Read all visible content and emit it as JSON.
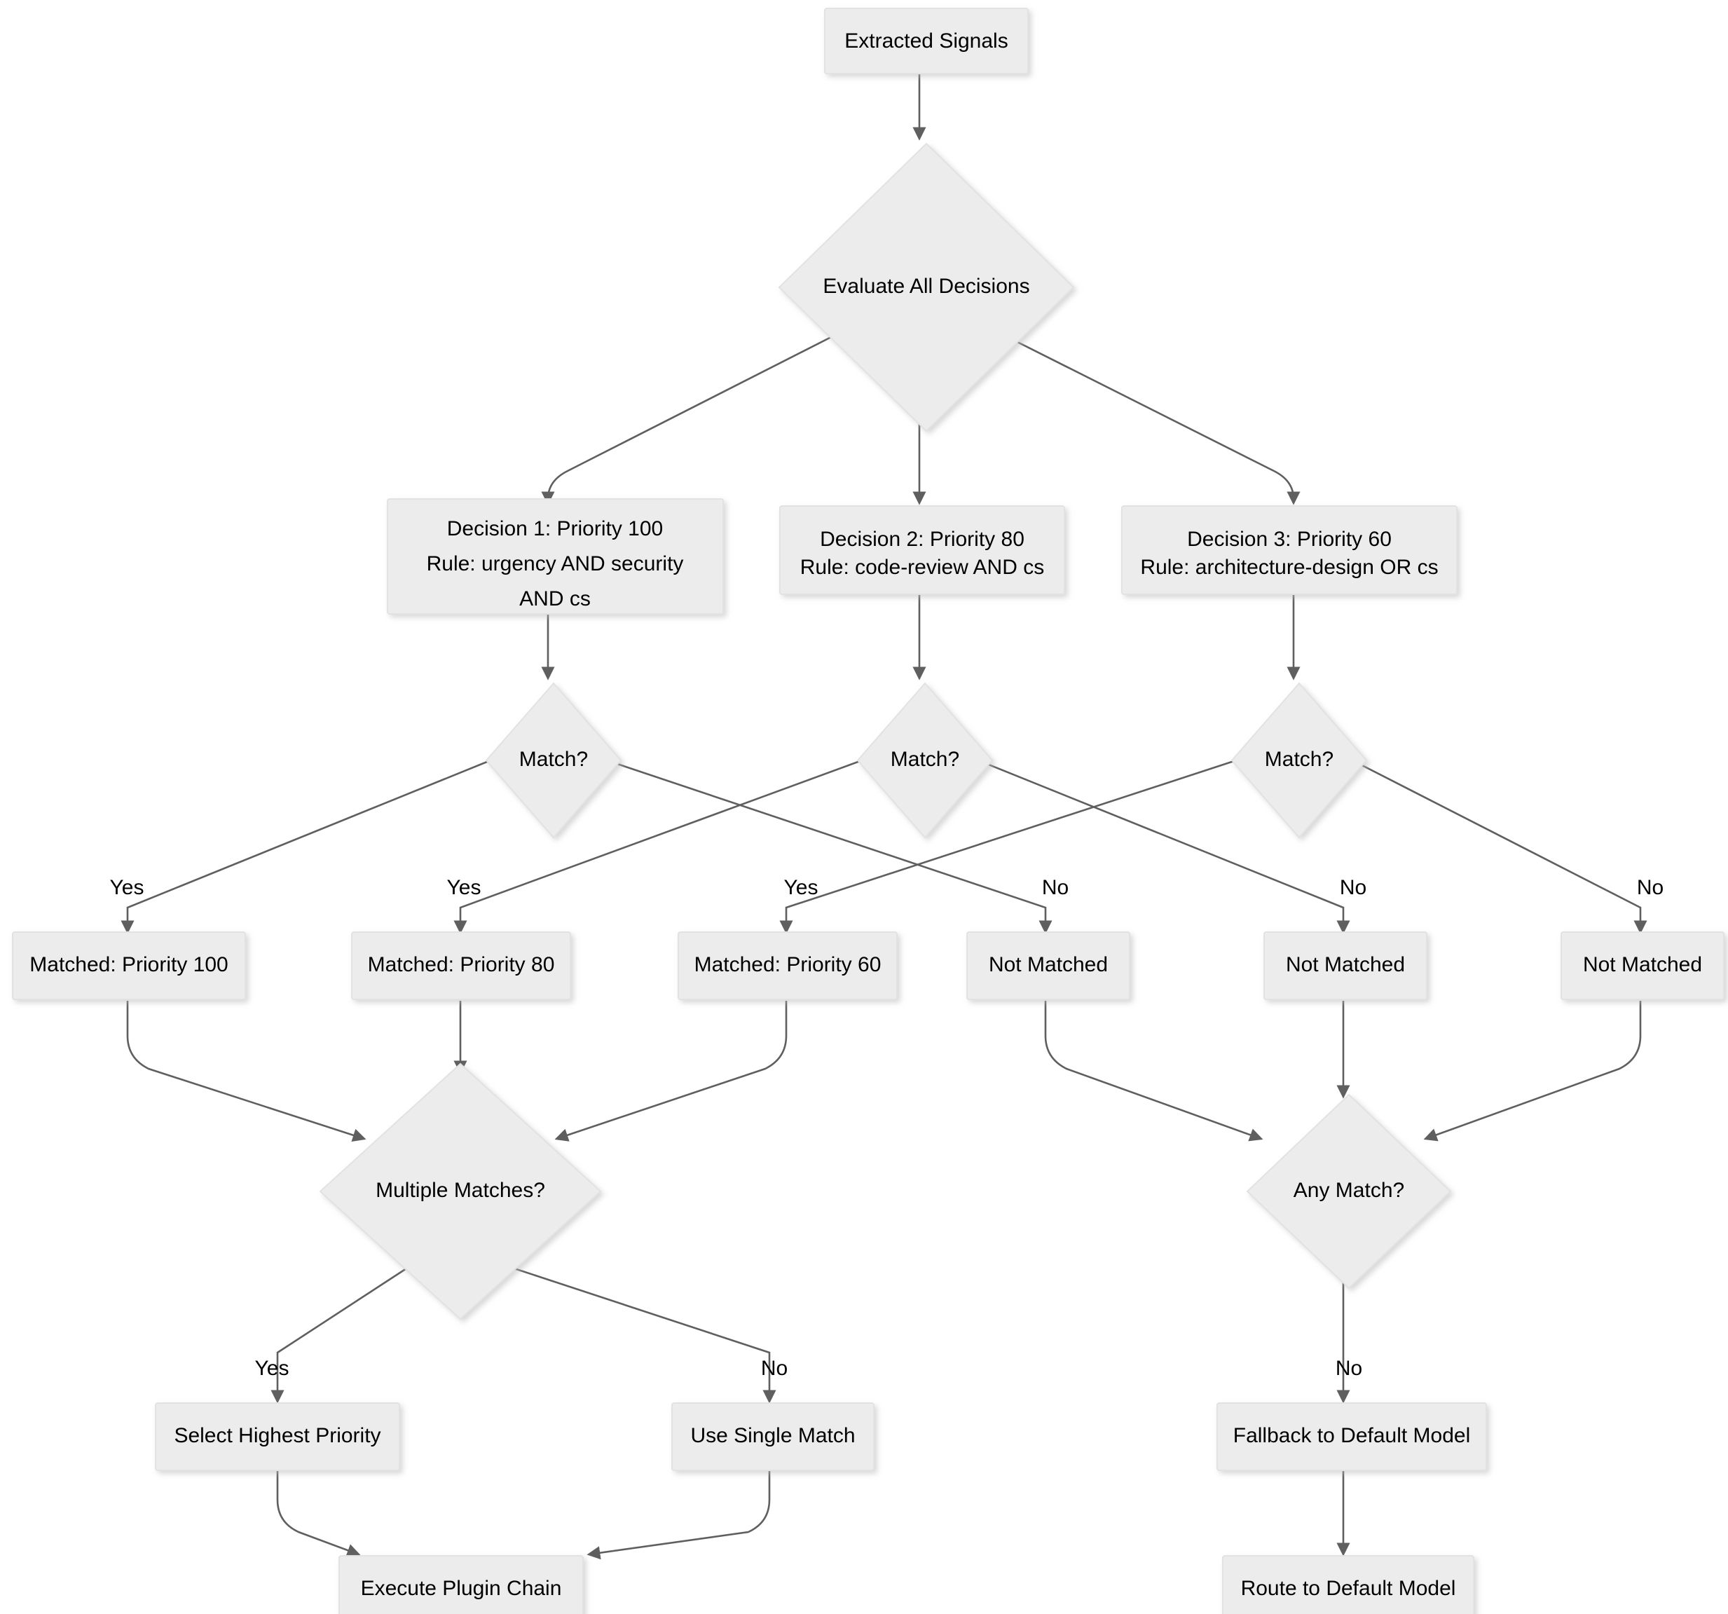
{
  "diagram": {
    "type": "flowchart",
    "direction": "top-down",
    "theme": {
      "node_fill": "#ECECEC",
      "node_border": "#E2E2E2",
      "edge_color": "#5F5F5F",
      "text_color": "#000000",
      "background": "#FFFFFF"
    },
    "nodes": [
      {
        "id": "extracted_signals",
        "shape": "rect",
        "lines": [
          "Extracted Signals"
        ]
      },
      {
        "id": "evaluate_all",
        "shape": "diamond",
        "lines": [
          "Evaluate All Decisions"
        ]
      },
      {
        "id": "decision1",
        "shape": "rect",
        "lines": [
          "Decision 1: Priority 100",
          "Rule: urgency AND security",
          "AND cs"
        ]
      },
      {
        "id": "decision2",
        "shape": "rect",
        "lines": [
          "Decision 2: Priority 80",
          "Rule: code-review AND cs"
        ]
      },
      {
        "id": "decision3",
        "shape": "rect",
        "lines": [
          "Decision 3: Priority 60",
          "Rule: architecture-design OR cs"
        ]
      },
      {
        "id": "match1",
        "shape": "diamond",
        "lines": [
          "Match?"
        ]
      },
      {
        "id": "match2",
        "shape": "diamond",
        "lines": [
          "Match?"
        ]
      },
      {
        "id": "match3",
        "shape": "diamond",
        "lines": [
          "Match?"
        ]
      },
      {
        "id": "matched100",
        "shape": "rect",
        "lines": [
          "Matched: Priority 100"
        ]
      },
      {
        "id": "matched80",
        "shape": "rect",
        "lines": [
          "Matched: Priority 80"
        ]
      },
      {
        "id": "matched60",
        "shape": "rect",
        "lines": [
          "Matched: Priority 60"
        ]
      },
      {
        "id": "notmatched1",
        "shape": "rect",
        "lines": [
          "Not Matched"
        ]
      },
      {
        "id": "notmatched2",
        "shape": "rect",
        "lines": [
          "Not Matched"
        ]
      },
      {
        "id": "notmatched3",
        "shape": "rect",
        "lines": [
          "Not Matched"
        ]
      },
      {
        "id": "multiple_matches",
        "shape": "diamond",
        "lines": [
          "Multiple Matches?"
        ]
      },
      {
        "id": "any_match",
        "shape": "diamond",
        "lines": [
          "Any Match?"
        ]
      },
      {
        "id": "select_highest",
        "shape": "rect",
        "lines": [
          "Select Highest Priority"
        ]
      },
      {
        "id": "use_single",
        "shape": "rect",
        "lines": [
          "Use Single Match"
        ]
      },
      {
        "id": "fallback_default",
        "shape": "rect",
        "lines": [
          "Fallback to Default Model"
        ]
      },
      {
        "id": "execute_plugin",
        "shape": "rect",
        "lines": [
          "Execute Plugin Chain"
        ]
      },
      {
        "id": "route_default",
        "shape": "rect",
        "lines": [
          "Route to Default Model"
        ]
      }
    ],
    "edges": [
      {
        "from": "extracted_signals",
        "to": "evaluate_all",
        "label": ""
      },
      {
        "from": "evaluate_all",
        "to": "decision1",
        "label": ""
      },
      {
        "from": "evaluate_all",
        "to": "decision2",
        "label": ""
      },
      {
        "from": "evaluate_all",
        "to": "decision3",
        "label": ""
      },
      {
        "from": "decision1",
        "to": "match1",
        "label": ""
      },
      {
        "from": "decision2",
        "to": "match2",
        "label": ""
      },
      {
        "from": "decision3",
        "to": "match3",
        "label": ""
      },
      {
        "from": "match1",
        "to": "matched100",
        "label": "Yes"
      },
      {
        "from": "match1",
        "to": "notmatched1",
        "label": "No"
      },
      {
        "from": "match2",
        "to": "matched80",
        "label": "Yes"
      },
      {
        "from": "match2",
        "to": "notmatched2",
        "label": "No"
      },
      {
        "from": "match3",
        "to": "matched60",
        "label": "Yes"
      },
      {
        "from": "match3",
        "to": "notmatched3",
        "label": "No"
      },
      {
        "from": "matched100",
        "to": "multiple_matches",
        "label": ""
      },
      {
        "from": "matched80",
        "to": "multiple_matches",
        "label": ""
      },
      {
        "from": "matched60",
        "to": "multiple_matches",
        "label": ""
      },
      {
        "from": "notmatched1",
        "to": "any_match",
        "label": ""
      },
      {
        "from": "notmatched2",
        "to": "any_match",
        "label": ""
      },
      {
        "from": "notmatched3",
        "to": "any_match",
        "label": ""
      },
      {
        "from": "multiple_matches",
        "to": "select_highest",
        "label": "Yes"
      },
      {
        "from": "multiple_matches",
        "to": "use_single",
        "label": "No"
      },
      {
        "from": "any_match",
        "to": "fallback_default",
        "label": "No"
      },
      {
        "from": "select_highest",
        "to": "execute_plugin",
        "label": ""
      },
      {
        "from": "use_single",
        "to": "execute_plugin",
        "label": ""
      },
      {
        "from": "fallback_default",
        "to": "route_default",
        "label": ""
      }
    ],
    "edge_labels": {
      "yes": "Yes",
      "no": "No"
    }
  }
}
